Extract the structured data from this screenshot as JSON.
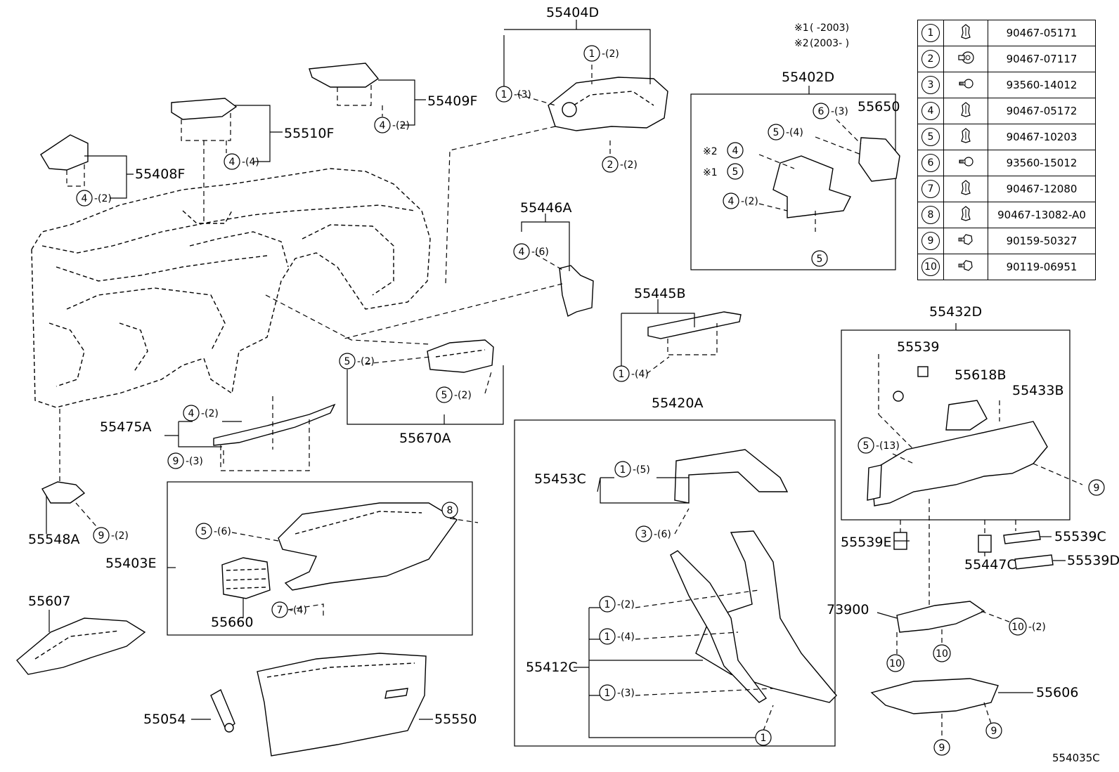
{
  "diagram_code": "554035C",
  "notes": {
    "note1_mark": "※1",
    "note1_range": "(        -2003)",
    "note2_mark": "※2",
    "note2_range": "(2003-        )"
  },
  "fastener_table": [
    {
      "num": "1",
      "icon": "clip-icon",
      "part": "90467-05171"
    },
    {
      "num": "2",
      "icon": "push-rivet-icon",
      "part": "90467-07117"
    },
    {
      "num": "3",
      "icon": "screw-icon",
      "part": "93560-14012"
    },
    {
      "num": "4",
      "icon": "clip-icon",
      "part": "90467-05172"
    },
    {
      "num": "5",
      "icon": "clip-icon",
      "part": "90467-10203"
    },
    {
      "num": "6",
      "icon": "screw-icon",
      "part": "93560-15012"
    },
    {
      "num": "7",
      "icon": "clip-icon",
      "part": "90467-12080"
    },
    {
      "num": "8",
      "icon": "clip-icon",
      "part": "90467-13082-A0"
    },
    {
      "num": "9",
      "icon": "bolt-icon",
      "part": "90159-50327"
    },
    {
      "num": "10",
      "icon": "bolt-icon",
      "part": "90119-06951"
    }
  ],
  "part_labels": {
    "p55404D": "55404D",
    "p55402D": "55402D",
    "p55650": "55650",
    "p55409F": "55409F",
    "p55510F": "55510F",
    "p55408F": "55408F",
    "p55446A": "55446A",
    "p55445B": "55445B",
    "p55432D": "55432D",
    "p55539": "55539",
    "p55618B": "55618B",
    "p55433B": "55433B",
    "p55475A": "55475A",
    "p55670A": "55670A",
    "p55420A": "55420A",
    "p55453C": "55453C",
    "p55548A": "55548A",
    "p55403E": "55403E",
    "p55660": "55660",
    "p55607": "55607",
    "p55412C": "55412C",
    "p55539E": "55539E",
    "p55539C": "55539C",
    "p55539D": "55539D",
    "p55447C": "55447C",
    "p73900": "73900",
    "p55054": "55054",
    "p55550": "55550",
    "p55606": "55606"
  },
  "callouts": {
    "c1": {
      "num": "1",
      "qty": "-(2)"
    },
    "c2": {
      "num": "1",
      "qty": "-(3)"
    },
    "c3": {
      "num": "2",
      "qty": "-(2)"
    },
    "c4": {
      "num": "4",
      "qty": "-(2)"
    },
    "c5": {
      "num": "4",
      "qty": "-(4)"
    },
    "c6": {
      "num": "4",
      "qty": "-(2)"
    },
    "c7": {
      "num": "6",
      "qty": "-(3)"
    },
    "c8": {
      "num": "5",
      "qty": "-(4)"
    },
    "c9": {
      "num": "4",
      "qty": ""
    },
    "c10": {
      "num": "5",
      "qty": ""
    },
    "c11": {
      "num": "4",
      "qty": "-(2)"
    },
    "c12": {
      "num": "5",
      "qty": ""
    },
    "c13": {
      "num": "4",
      "qty": "-(6)"
    },
    "c14": {
      "num": "1",
      "qty": "-(4)"
    },
    "c15": {
      "num": "5",
      "qty": "-(2)"
    },
    "c16": {
      "num": "5",
      "qty": "-(2)"
    },
    "c17": {
      "num": "4",
      "qty": "-(2)"
    },
    "c18": {
      "num": "9",
      "qty": "-(3)"
    },
    "c19": {
      "num": "1",
      "qty": "-(5)"
    },
    "c20": {
      "num": "3",
      "qty": "-(6)"
    },
    "c21": {
      "num": "9",
      "qty": "-(2)"
    },
    "c22": {
      "num": "5",
      "qty": "-(6)"
    },
    "c23": {
      "num": "8",
      "qty": ""
    },
    "c24": {
      "num": "7",
      "qty": "-(4)"
    },
    "c25": {
      "num": "5",
      "qty": "-(13)"
    },
    "c26": {
      "num": "9",
      "qty": ""
    },
    "c27": {
      "num": "1",
      "qty": "-(2)"
    },
    "c28": {
      "num": "1",
      "qty": "-(4)"
    },
    "c29": {
      "num": "1",
      "qty": "-(3)"
    },
    "c30": {
      "num": "1",
      "qty": ""
    },
    "c31": {
      "num": "10",
      "qty": "-(2)"
    },
    "c32": {
      "num": "10",
      "qty": ""
    },
    "c33": {
      "num": "10",
      "qty": ""
    },
    "c34": {
      "num": "9",
      "qty": ""
    },
    "c35": {
      "num": "9",
      "qty": ""
    }
  }
}
